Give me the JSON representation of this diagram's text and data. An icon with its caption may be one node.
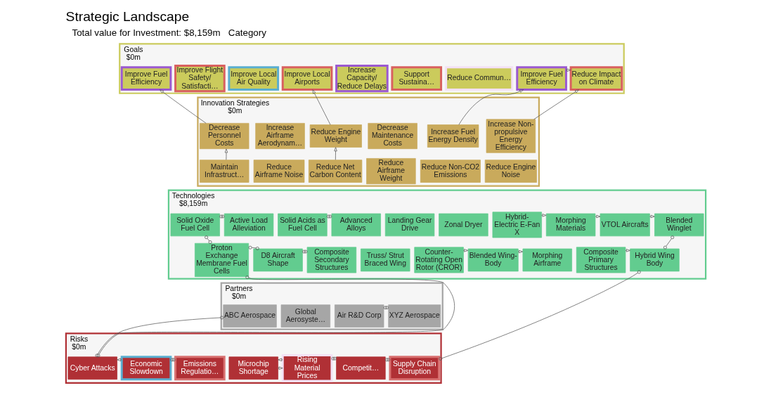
{
  "diagram": {
    "title": "Strategic Landscape",
    "nodes": [
      {
        "text": [
          "Goals",
          "$0m"
        ]
      },
      {
        "text": [
          "Improve Fuel Efficiency"
        ],
        "in": 0
      },
      {
        "text": [
          "Improve Flight Safety/ Satisfacti…"
        ],
        "in": 0
      },
      {
        "text": [
          "Improve Local Air Quality"
        ],
        "in": 0
      },
      {
        "text": [
          "Improve Local Airports"
        ],
        "in": 0
      },
      {
        "text": [
          "Increase Capacity/ Reduce Delays"
        ],
        "in": 0
      },
      {
        "text": [
          "Support Sustaina…"
        ],
        "in": 0
      },
      {
        "text": [
          "Reduce Commun…"
        ],
        "in": 0
      },
      {
        "text": [
          "Improve Fuel Efficiency"
        ],
        "in": 0
      },
      {
        "text": [
          "Reduce Impact on Climate"
        ],
        "in": 0
      },
      {
        "text": [
          "Innovation Strategies",
          "$0m"
        ]
      },
      {
        "text": [
          "Decrease Personnel Costs"
        ],
        "in": 10
      },
      {
        "text": [
          "Increase Airframe Aerodynam…"
        ],
        "in": 10
      },
      {
        "text": [
          "Reduce Engine Weight"
        ],
        "in": 10
      },
      {
        "text": [
          "Decrease Maintenance Costs"
        ],
        "in": 10
      },
      {
        "text": [
          "Increase Fuel Energy Density"
        ],
        "in": 10
      },
      {
        "text": [
          "Increase Non-propulsive Energy Efficiency"
        ],
        "in": 10
      },
      {
        "text": [
          "Maintain Infrastruct…"
        ],
        "in": 10
      },
      {
        "text": [
          "Reduce Airframe Noise"
        ],
        "in": 10
      },
      {
        "text": [
          "Reduce Net Carbon Content"
        ],
        "in": 10
      },
      {
        "text": [
          "Reduce Airframe Weight"
        ],
        "in": 10
      },
      {
        "text": [
          "Reduce Non-CO2 Emissions"
        ],
        "in": 10
      },
      {
        "text": [
          "Reduce Engine Noise"
        ],
        "in": 10
      },
      {
        "text": [
          "Technologies",
          "$8,159m"
        ]
      },
      {
        "text": [
          "Solid Oxide Fuel Cell"
        ],
        "in": 23
      },
      {
        "text": [
          "Active Load Alleviation"
        ],
        "in": 23
      },
      {
        "text": [
          "Solid Acids as Fuel Cell"
        ],
        "in": 23
      },
      {
        "text": [
          "Advanced Alloys"
        ],
        "in": 23
      },
      {
        "text": [
          "Landing Gear Drive"
        ],
        "in": 23
      },
      {
        "text": [
          "Zonal Dryer"
        ],
        "in": 23
      },
      {
        "text": [
          "Hybrid-Electric E-Fan X"
        ],
        "in": 23
      },
      {
        "text": [
          "Morphing Materials"
        ],
        "in": 23
      },
      {
        "text": [
          "VTOL Aircrafts"
        ],
        "in": 23
      },
      {
        "text": [
          "Blended Winglet"
        ],
        "in": 23
      },
      {
        "text": [
          "Proton Exchange Membrane Fuel Cells"
        ],
        "in": 23
      },
      {
        "text": [
          "D8 Aircraft Shape"
        ],
        "in": 23
      },
      {
        "text": [
          "Composite Secondary Structures"
        ],
        "in": 23
      },
      {
        "text": [
          "Truss/ Strut Braced Wing"
        ],
        "in": 23
      },
      {
        "text": [
          "Counter-Rotating Open Rotor (CROR)"
        ],
        "in": 23
      },
      {
        "text": [
          "Blended Wing-Body"
        ],
        "in": 23
      },
      {
        "text": [
          "Morphing Airframe"
        ],
        "in": 23
      },
      {
        "text": [
          "Composite Primary Structures"
        ],
        "in": 23
      },
      {
        "text": [
          "Hybrid Wing Body"
        ],
        "in": 23
      },
      {
        "text": [
          "Partners",
          "$0m"
        ]
      },
      {
        "text": [
          "ABC Aerospace"
        ],
        "in": 43
      },
      {
        "text": [
          "Global Aerosyste…"
        ],
        "in": 43
      },
      {
        "text": [
          "Air R&D Corp"
        ],
        "in": 43
      },
      {
        "text": [
          "XYZ Aerospace"
        ],
        "in": 43
      },
      {
        "text": [
          "Risks",
          "$0m"
        ]
      },
      {
        "text": [
          "Cyber Attacks"
        ],
        "in": 48
      },
      {
        "text": [
          "Economic Slowdown"
        ],
        "in": 48
      },
      {
        "text": [
          "Emissions Regulatio…"
        ],
        "in": 48
      },
      {
        "text": [
          "Microchip Shortage"
        ],
        "in": 48
      },
      {
        "text": [
          "Rising Material Prices"
        ],
        "in": 48
      },
      {
        "text": [
          "Competit…"
        ],
        "in": 48
      },
      {
        "text": [
          "Supply Chain Disruption"
        ],
        "in": 48
      }
    ],
    "edges": [
      {
        "from": 11,
        "to": 1,
        "arrow": "to"
      },
      {
        "from": 17,
        "to": 11,
        "arrow": "to"
      },
      {
        "from": 19,
        "to": 13,
        "arrow": "to"
      },
      {
        "from": 13,
        "to": 4,
        "arrow": "to"
      },
      {
        "from": 16,
        "to": 9,
        "arrow": "to"
      },
      {
        "from": 8,
        "to": 9,
        "arrow": "to"
      },
      {
        "from": 15,
        "to": 8,
        "arrow": "to"
      },
      {
        "from": 24,
        "to": 25,
        "arrow": "other"
      },
      {
        "from": 34,
        "to": 24,
        "arrow": "other"
      },
      {
        "from": 26,
        "to": 27,
        "arrow": "other"
      },
      {
        "from": 34,
        "to": 35,
        "arrow": "other"
      },
      {
        "from": 35,
        "to": 36,
        "arrow": "other"
      },
      {
        "from": 30,
        "to": 31,
        "arrow": "to"
      },
      {
        "from": 31,
        "to": 32,
        "arrow": "to"
      },
      {
        "from": 32,
        "to": 33,
        "arrow": "to"
      },
      {
        "from": 38,
        "to": 39,
        "arrow": "to"
      },
      {
        "from": 39,
        "to": 40,
        "arrow": "to"
      },
      {
        "from": 41,
        "to": 42,
        "arrow": "to"
      },
      {
        "from": 33,
        "to": 42,
        "arrow": "other"
      },
      {
        "from": 46,
        "to": 47,
        "arrow": "other"
      },
      {
        "from": 49,
        "to": 34,
        "arrow": "other"
      },
      {
        "from": 49,
        "to": 44,
        "arrow": "other"
      },
      {
        "from": 50,
        "to": 49,
        "arrow": "to"
      },
      {
        "from": 50,
        "to": 51,
        "arrow": "other"
      },
      {
        "from": 52,
        "to": 53,
        "arrow": "to"
      },
      {
        "from": 53,
        "to": 52,
        "arrow": "to"
      },
      {
        "from": 53,
        "to": 54,
        "arrow": "other"
      },
      {
        "from": 54,
        "to": 55,
        "arrow": "other"
      },
      {
        "from": 55,
        "to": 42,
        "arrow": "other"
      }
    ],
    "labels": [
      "Total value for Investment: $8,159m",
      "Category"
    ]
  }
}
